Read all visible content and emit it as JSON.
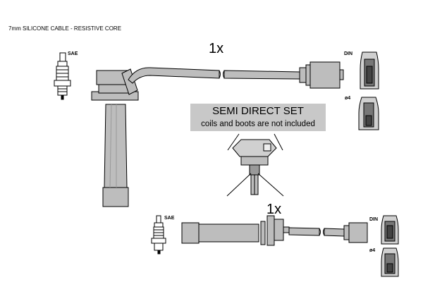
{
  "header": {
    "text": "7mm SILICONE CABLE - RESISTIVE CORE"
  },
  "main_lead": {
    "quantity": "1x",
    "plug_label": "SAE",
    "boot_label": "DIN",
    "terminal_label": "ø4"
  },
  "note": {
    "line1": "SEMI DIRECT SET",
    "line2": "coils and boots are not included"
  },
  "secondary_lead": {
    "quantity": "1x",
    "plug_label": "SAE",
    "boot_label": "DIN",
    "terminal_label": "ø4"
  },
  "colors": {
    "cable_fill": "#bdbdbd",
    "note_fill": "#c8c8c8",
    "line": "#000000"
  }
}
